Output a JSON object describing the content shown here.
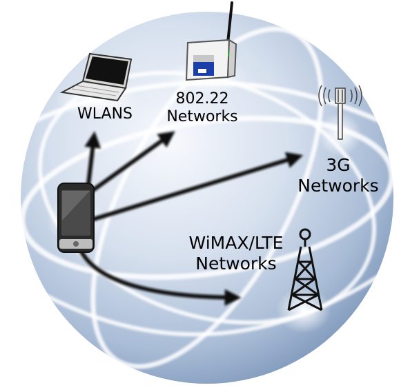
{
  "nodes": {
    "wlans": {
      "line1": "WLANS"
    },
    "net80222": {
      "line1": "802.22",
      "line2": "Networks"
    },
    "net3g": {
      "line1": "3G",
      "line2": "Networks"
    },
    "wimax": {
      "line1": "WiMAX/LTE",
      "line2": "Networks"
    }
  },
  "colors": {
    "globe_light": "#eef3fa",
    "globe_dark": "#8ea6c6",
    "ring": "#ffffff",
    "arrow": "#111111"
  },
  "icons": [
    "smartphone-icon",
    "laptop-icon",
    "wireless-router-icon",
    "cell-antenna-icon",
    "transmission-tower-icon"
  ]
}
